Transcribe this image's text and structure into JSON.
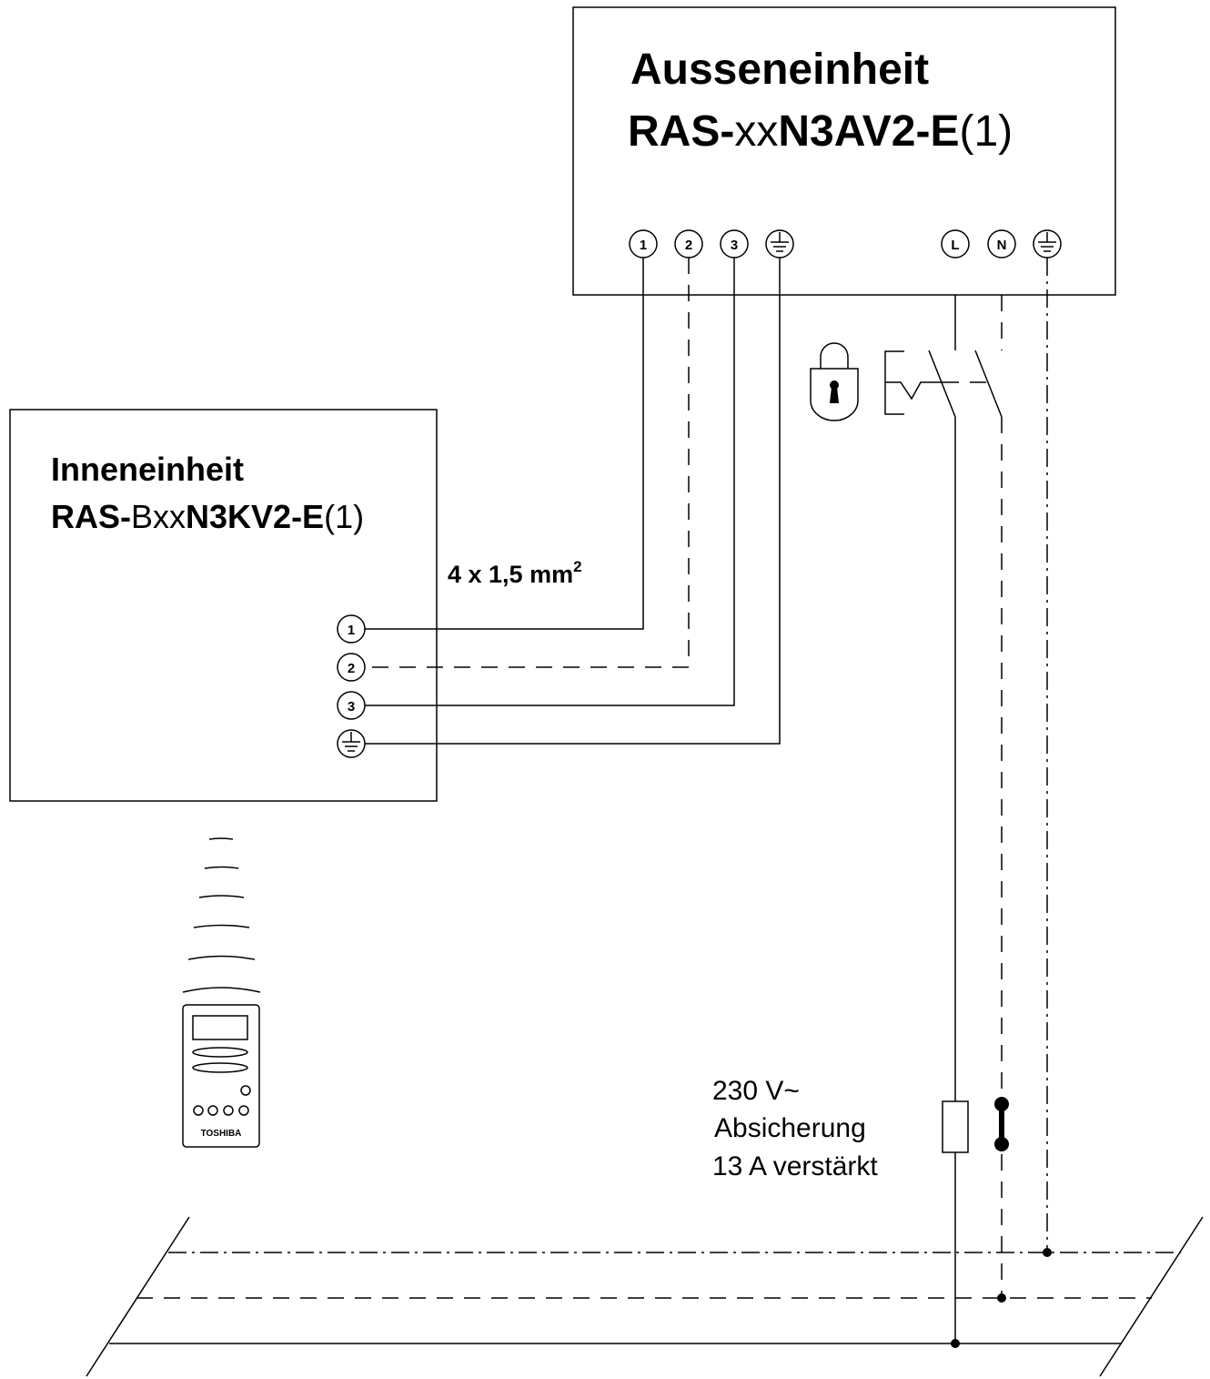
{
  "outdoor_unit": {
    "title": "Ausseneinheit",
    "model_prefix": "RAS-",
    "model_mid": "xx",
    "model_core": "N3AV2-E",
    "model_suffix": "(1)",
    "terminals": [
      "1",
      "2",
      "3",
      "L",
      "N"
    ]
  },
  "indoor_unit": {
    "title": "Inneneinheit",
    "model_prefix": "RAS-",
    "model_mid": "Bxx",
    "model_core": "N3KV2-E",
    "model_suffix": "(1)",
    "terminals": [
      "1",
      "2",
      "3"
    ]
  },
  "cable": {
    "spec": "4 x 1,5 mm",
    "superscript": "2"
  },
  "power_supply": {
    "voltage": "230 V~",
    "fuse_label": "Absicherung",
    "fuse_rating": "13 A verstärkt"
  },
  "remote": {
    "brand": "TOSHIBA"
  },
  "icons": {
    "earth": "earth-ground-icon",
    "lock": "padlock-icon",
    "switch": "isolator-switch-icon",
    "fuse": "fuse-icon",
    "remote": "remote-control-icon",
    "signal": "wireless-signal-icon"
  }
}
